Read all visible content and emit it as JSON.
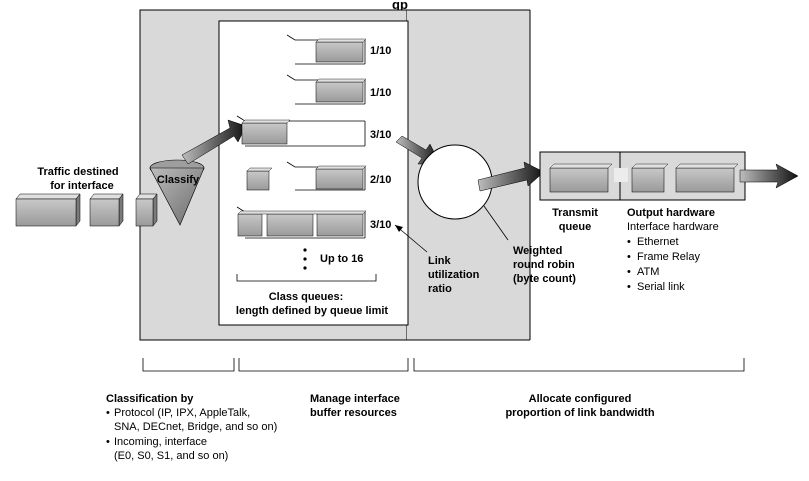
{
  "title_fragment": "gp",
  "input_label_line1": "Traffic destined",
  "input_label_line2": "for interface",
  "classify_label": "Classify",
  "queue_ratios": [
    "1/10",
    "1/10",
    "3/10",
    "2/10",
    "3/10"
  ],
  "dots": "•\n•\n•",
  "up_to_label": "Up to 16",
  "class_queues_line1": "Class queues:",
  "class_queues_line2": "length defined by queue limit",
  "link_util_line1": "Link",
  "link_util_line2": "utilization",
  "link_util_line3": "ratio",
  "wrr_line1": "Weighted",
  "wrr_line2": "round robin",
  "wrr_line3": "(byte count)",
  "transmit_line1": "Transmit",
  "transmit_line2": "queue",
  "output_hw_title": "Output hardware",
  "output_hw_subtitle": "Interface hardware",
  "output_hw_items": [
    "Ethernet",
    "Frame Relay",
    "ATM",
    "Serial link"
  ],
  "bullet": "•",
  "classification_title": "Classification by",
  "classification_items": [
    [
      "Protocol (IP, IPX, AppleTalk,",
      "SNA, DECnet, Bridge, and so on)"
    ],
    [
      "Incoming, interface",
      "(E0, S0, S1, and so on)"
    ]
  ],
  "manage_line1": "Manage interface",
  "manage_line2": "buffer resources",
  "allocate_line1": "Allocate configured",
  "allocate_line2": "proportion of link bandwidth",
  "colors": {
    "panel": "#d9d9d9",
    "box_light": "#bdbdbd",
    "box_dark": "#8a8a8a",
    "line": "#000000"
  }
}
